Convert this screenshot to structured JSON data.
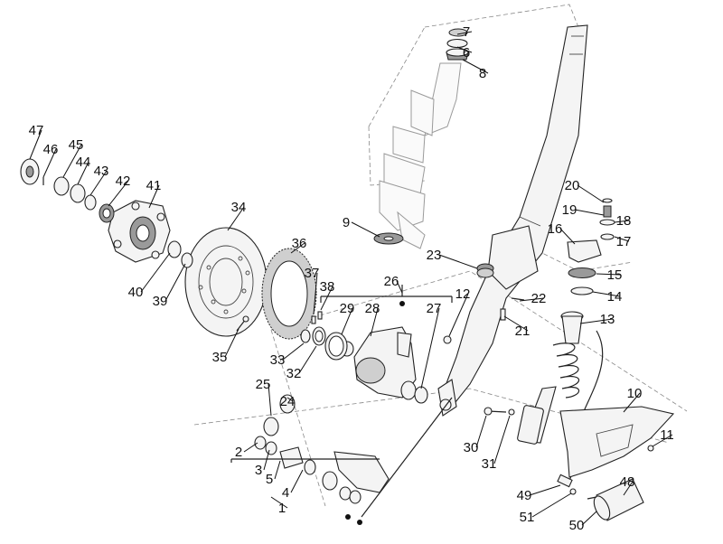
{
  "callouts": [
    "1",
    "2",
    "3",
    "4",
    "5",
    "6",
    "7",
    "8",
    "9",
    "10",
    "11",
    "12",
    "13",
    "14",
    "15",
    "16",
    "17",
    "18",
    "19",
    "20",
    "21",
    "22",
    "23",
    "24",
    "25",
    "26",
    "27",
    "28",
    "29",
    "30",
    "31",
    "32",
    "33",
    "34",
    "35",
    "36",
    "37",
    "38",
    "39",
    "40",
    "41",
    "42",
    "43",
    "44",
    "45",
    "46",
    "47",
    "48",
    "49",
    "50",
    "51"
  ],
  "colors": {
    "line": "#222222",
    "background": "#ffffff",
    "shade": "#9a9a9a"
  }
}
